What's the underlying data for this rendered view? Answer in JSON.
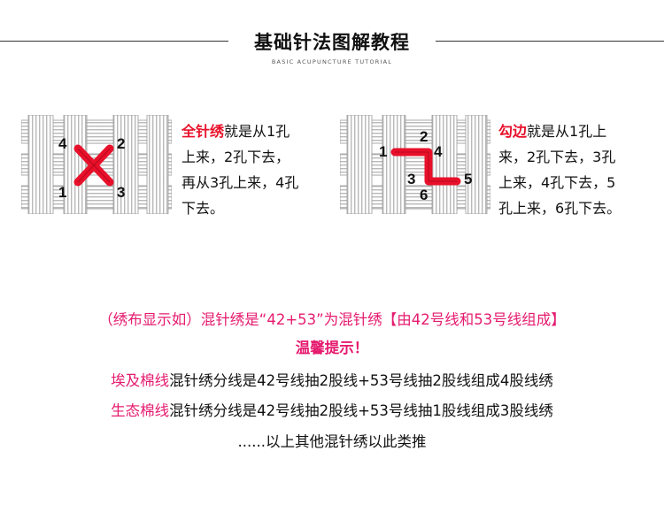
{
  "header": {
    "title": "基础针法图解教程",
    "subtitle": "BASIC ACUPUNCTURE TUTORIAL"
  },
  "cross_stitch": {
    "name": "全针绣",
    "description_lines": [
      "就是从1孔",
      "上来，2孔下去，",
      "再从3孔上来，4孔",
      "下去。"
    ],
    "hole_labels": [
      "1",
      "2",
      "3",
      "4"
    ],
    "stitch_color": "#e8102a"
  },
  "backstitch": {
    "name": "勾边",
    "description_lines": [
      "就是从1孔上",
      "来，2孔下去，3孔",
      "上来，4孔下去，5",
      "孔上来，6孔下去。"
    ],
    "hole_labels": [
      "1",
      "2",
      "3",
      "4",
      "5",
      "6"
    ],
    "stitch_color": "#e8102a"
  },
  "notes": {
    "line1": "（绣布显示如）混针绣是“42+53”为混针绣【由42号线和53号线组成】",
    "tip_title": "温馨提示！",
    "line3_label": "埃及棉线",
    "line3_text": "混针绣分线是42号线抽2股线+53号线抽2股线组成4股线绣",
    "line4_label": "生态棉线",
    "line4_text": "混针绣分线是42号线抽2股线+53号线抽1股线组成3股线绣",
    "line5": "......以上其他混针绣以此类推"
  },
  "colors": {
    "accent_pink": "#e51b6f",
    "stitch_red": "#e8102a"
  }
}
